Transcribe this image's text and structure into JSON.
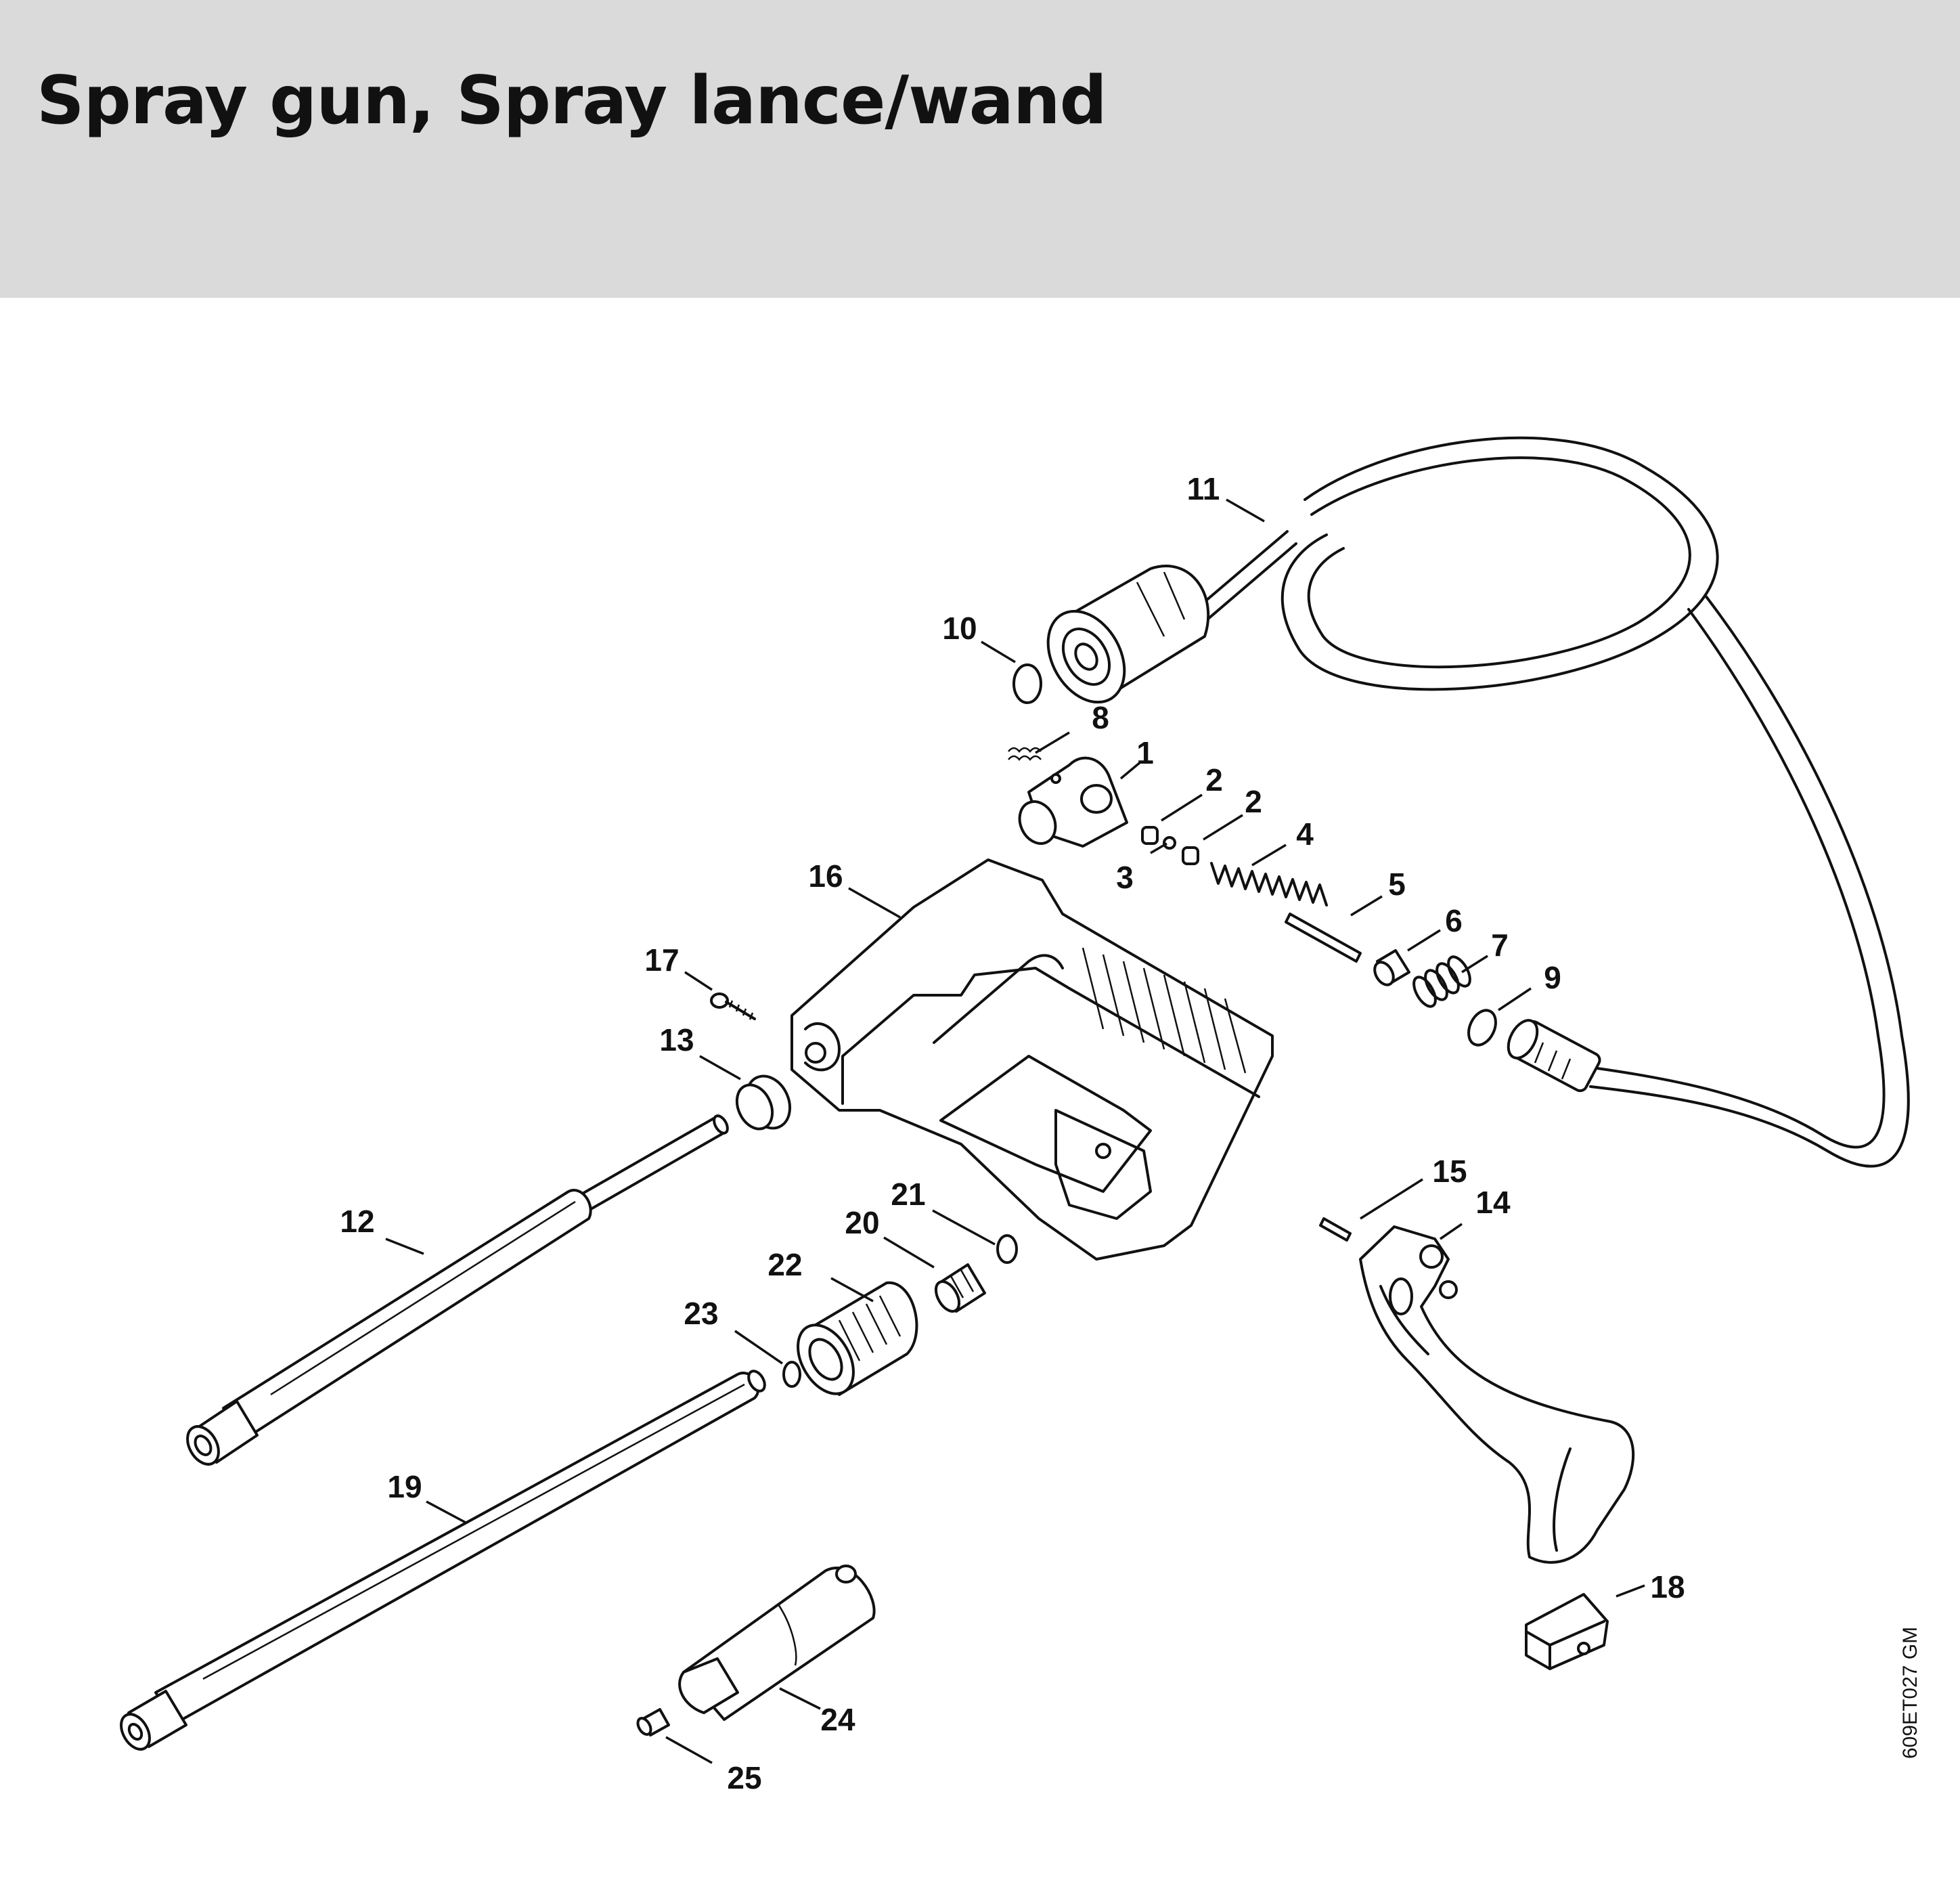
{
  "header": {
    "title": "Spray gun, Spray lance/wand",
    "background_color": "#d9dad9"
  },
  "diagram": {
    "drawing_code": "609ET027 GM",
    "parts": [
      {
        "number": "1"
      },
      {
        "number": "2"
      },
      {
        "number": "2"
      },
      {
        "number": "3"
      },
      {
        "number": "4"
      },
      {
        "number": "5"
      },
      {
        "number": "6"
      },
      {
        "number": "7"
      },
      {
        "number": "8"
      },
      {
        "number": "9"
      },
      {
        "number": "10"
      },
      {
        "number": "11"
      },
      {
        "number": "12"
      },
      {
        "number": "13"
      },
      {
        "number": "14"
      },
      {
        "number": "15"
      },
      {
        "number": "16"
      },
      {
        "number": "17"
      },
      {
        "number": "18"
      },
      {
        "number": "19"
      },
      {
        "number": "20"
      },
      {
        "number": "21"
      },
      {
        "number": "22"
      },
      {
        "number": "23"
      },
      {
        "number": "24"
      },
      {
        "number": "25"
      }
    ]
  }
}
